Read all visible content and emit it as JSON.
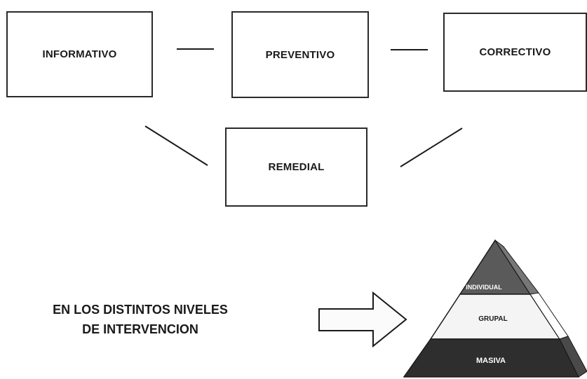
{
  "diagram": {
    "boxes": {
      "informativo": "INFORMATIVO",
      "preventivo": "PREVENTIVO",
      "correctivo": "CORRECTIVO",
      "remedial": "REMEDIAL"
    },
    "caption": {
      "line1": "EN LOS DISTINTOS NIVELES",
      "line2": "DE INTERVENCION"
    },
    "pyramid": {
      "levels": {
        "top": "INDIVIDUAL",
        "middle": "GRUPAL",
        "bottom": "MASIVA"
      }
    },
    "colors": {
      "ink": "#1a1a1a",
      "pyramid_top": "#5a5a5a",
      "pyramid_middle": "#f4f4f4",
      "pyramid_bottom": "#2e2e2e"
    }
  }
}
